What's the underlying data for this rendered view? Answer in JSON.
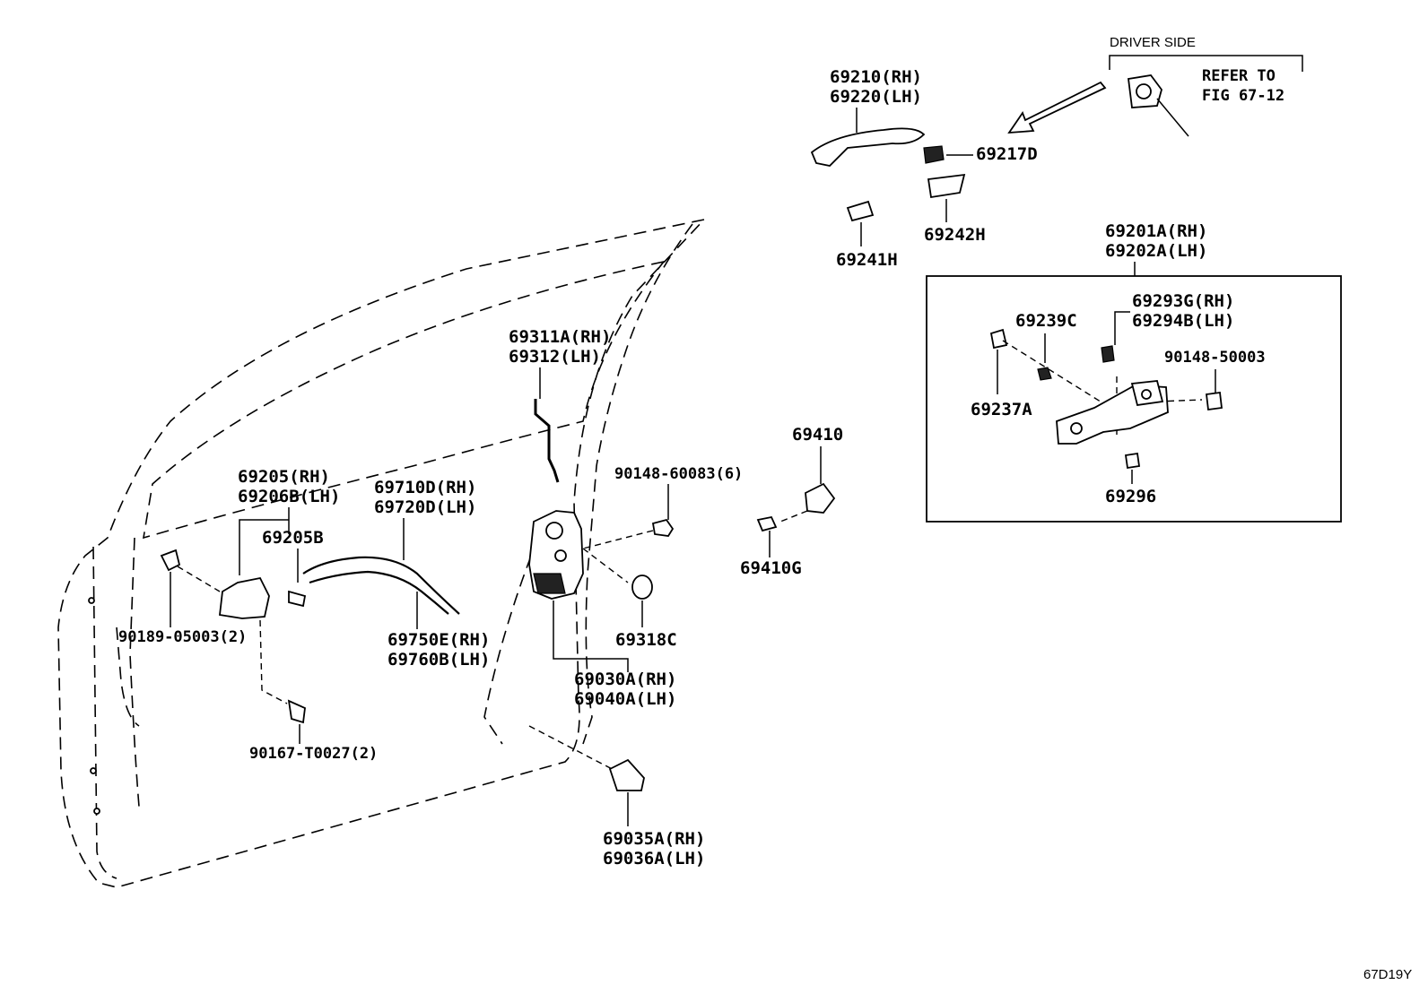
{
  "driver_side": {
    "heading": "DRIVER SIDE",
    "refer_line1": "REFER TO",
    "refer_line2": "FIG 67-12"
  },
  "parts": {
    "p69210": "69210(RH)",
    "p69220": "69220(LH)",
    "p69217D": "69217D",
    "p69241H": "69241H",
    "p69242H": "69242H",
    "p69201A": "69201A(RH)",
    "p69202A": "69202A(LH)",
    "p69239C": "69239C",
    "p69293G": "69293G(RH)",
    "p69294B": "69294B(LH)",
    "p90148_50003": "90148-50003",
    "p69237A": "69237A",
    "p69296": "69296",
    "p69311A": "69311A(RH)",
    "p69312": "69312(LH)",
    "p90148_60083": "90148-60083(6)",
    "p69410": "69410",
    "p69410G": "69410G",
    "p69205": "69205(RH)",
    "p69206B": "69206B(LH)",
    "p69205B": "69205B",
    "p69710D": "69710D(RH)",
    "p69720D": "69720D(LH)",
    "p90189": "90189-05003(2)",
    "p69750E": "69750E(RH)",
    "p69760B": "69760B(LH)",
    "p69318C": "69318C",
    "p69030A": "69030A(RH)",
    "p69040A": "69040A(LH)",
    "p90167": "90167-T0027(2)",
    "p69035A": "69035A(RH)",
    "p69036A": "69036A(LH)"
  },
  "figure_code": "67D19Y"
}
